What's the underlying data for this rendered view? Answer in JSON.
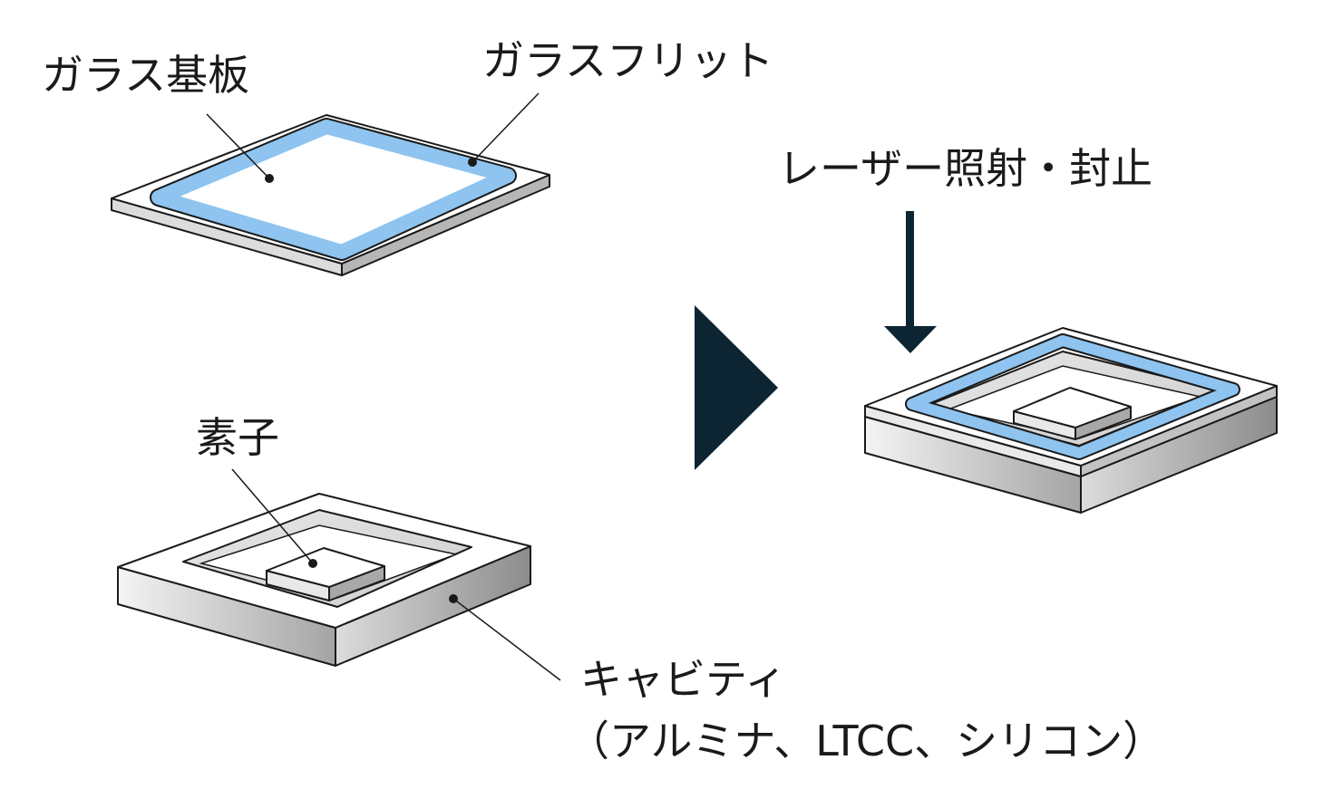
{
  "labels": {
    "glass_substrate": "ガラス基板",
    "glass_frit": "ガラスフリット",
    "laser": "レーザー照射・封止",
    "element": "素子",
    "cavity_line1": "キャビティ",
    "cavity_line2": "（アルミナ、LTCC、シリコン）"
  },
  "colors": {
    "frit_blue": "#8ec4ef",
    "dark_navy": "#0d2433",
    "outline": "#1a1a1a",
    "surface": "#ffffff",
    "side_light": "#f2f2f2",
    "side_dark": "#9a9a9a"
  },
  "icons": {
    "process_arrow": "triangle-right-icon",
    "laser_arrow": "arrow-down-icon"
  }
}
